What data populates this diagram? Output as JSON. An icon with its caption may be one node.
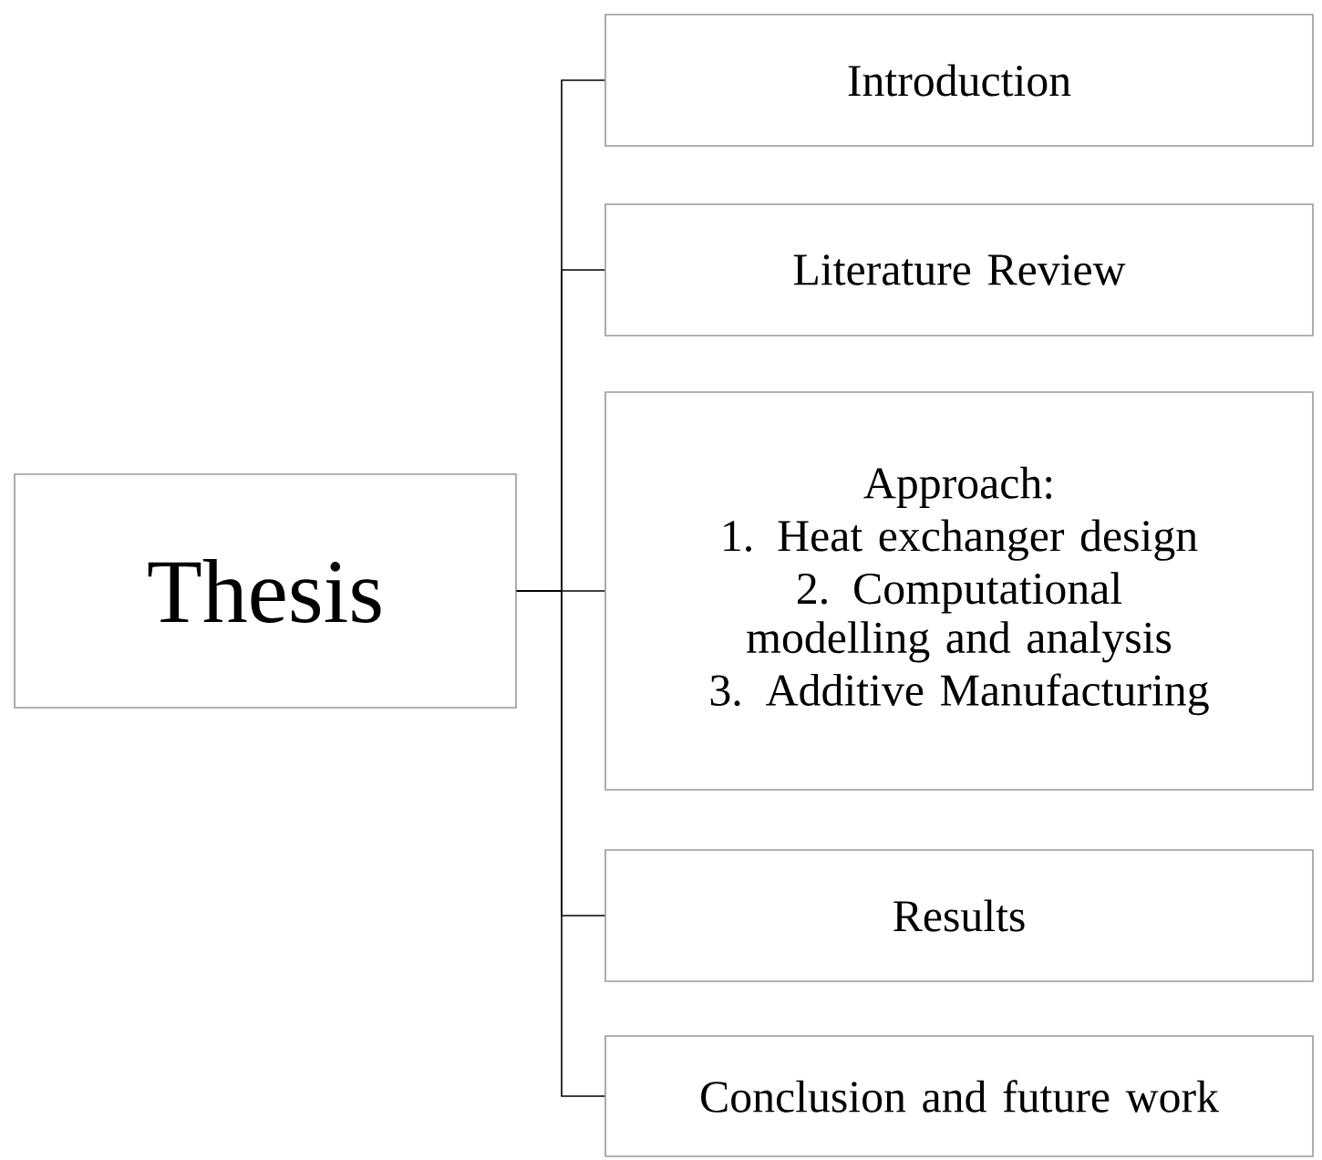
{
  "diagram": {
    "nodes": [
      {
        "text": [
          "Thesis"
        ]
      },
      {
        "text": [
          "Introduction"
        ]
      },
      {
        "text": [
          "Literature Review"
        ]
      },
      {
        "text": [
          "Approach:",
          "1. Heat exchanger design",
          "2. Computational modelling and analysis",
          "3. Additive Manufacturing"
        ]
      },
      {
        "text": [
          "Results"
        ]
      },
      {
        "text": [
          "Conclusion and future work"
        ]
      }
    ],
    "edges": [
      {
        "from": 0,
        "to": 1,
        "arrow": "none"
      },
      {
        "from": 0,
        "to": 2,
        "arrow": "none"
      },
      {
        "from": 0,
        "to": 3,
        "arrow": "none"
      },
      {
        "from": 0,
        "to": 4,
        "arrow": "none"
      },
      {
        "from": 0,
        "to": 5,
        "arrow": "none"
      }
    ]
  }
}
